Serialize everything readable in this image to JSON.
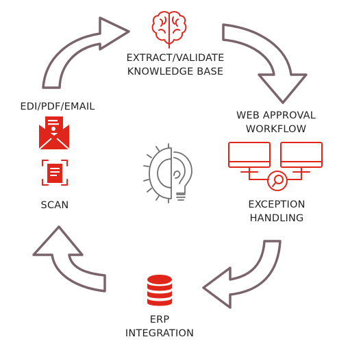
{
  "nodes": {
    "extract": {
      "line1": "EXTRACT/VALIDATE",
      "line2": "KNOWLEDGE BASE"
    },
    "approval": {
      "line1": "WEB APPROVAL",
      "line2": "WORKFLOW"
    },
    "exception": {
      "line1": "EXCEPTION",
      "line2": "HANDLING"
    },
    "erp": {
      "line1": "ERP",
      "line2": "INTEGRATION"
    },
    "scan": {
      "label": "SCAN"
    },
    "input": {
      "label": "EDI/PDF/EMAIL"
    }
  },
  "colors": {
    "accent": "#e0251b",
    "arrow_outline": "#7a646b",
    "center_icon": "#6e6e6e"
  },
  "icons": [
    "brain-icon",
    "monitor-icon",
    "magnifier-icon",
    "database-icon",
    "envelope-document-icon",
    "scan-document-icon",
    "gear-lightbulb-icon"
  ]
}
